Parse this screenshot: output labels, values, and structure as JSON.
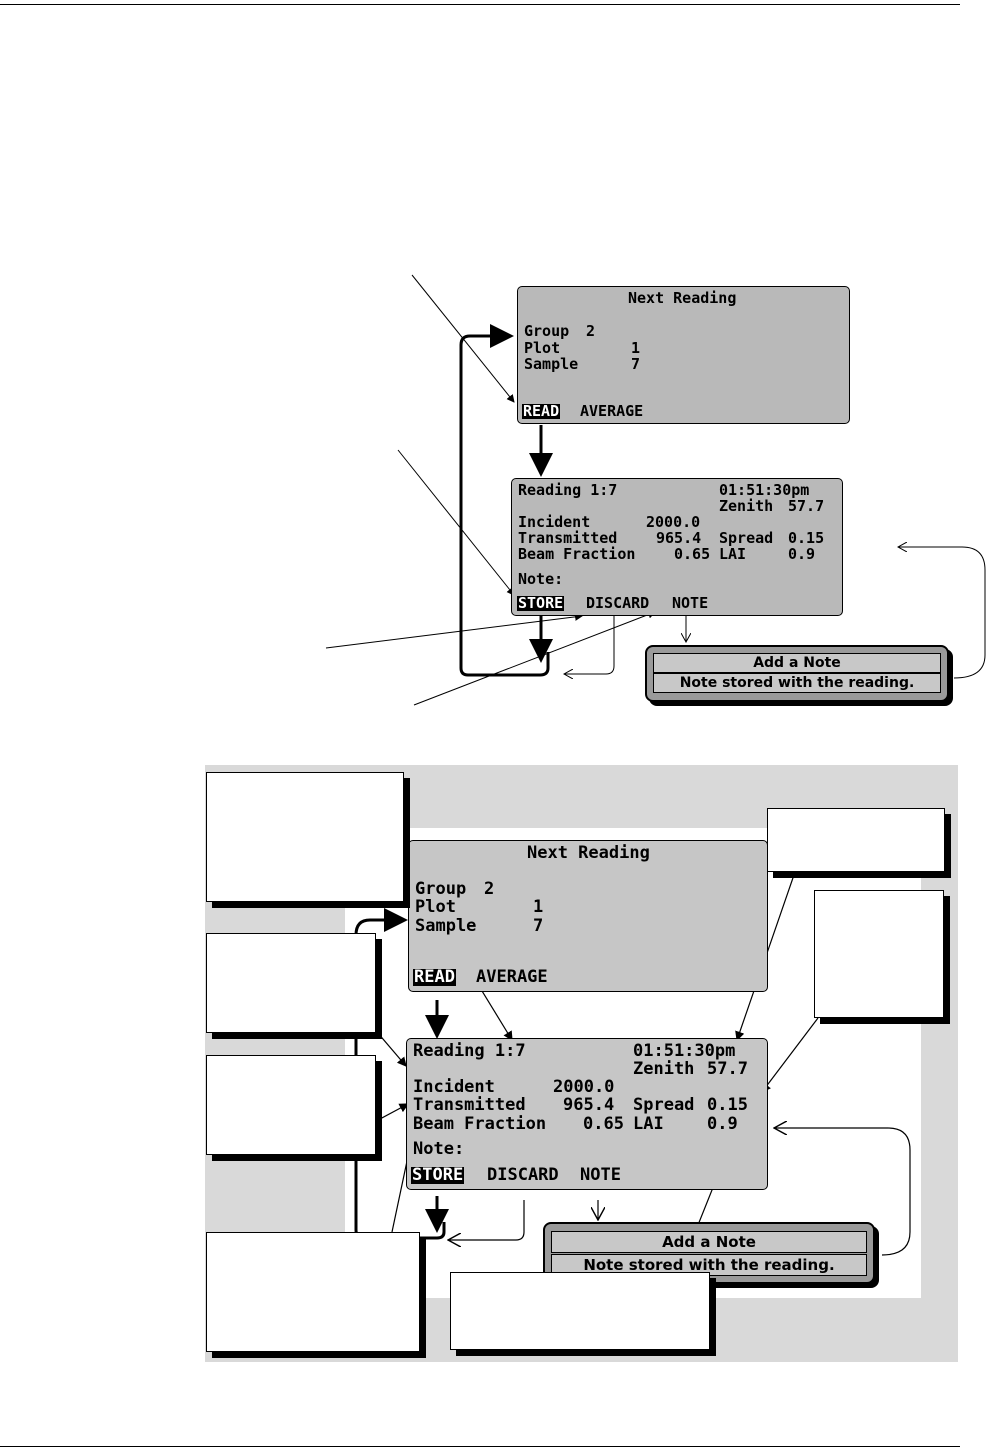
{
  "upper": {
    "next_reading": {
      "title": "Next Reading",
      "group_label": "Group",
      "group_value": "2",
      "plot_label": "Plot",
      "plot_value": "1",
      "sample_label": "Sample",
      "sample_value": "7",
      "menu": {
        "read": "READ",
        "average": "AVERAGE"
      }
    },
    "reading": {
      "title": "Reading 1:7",
      "time": "01:51:30pm",
      "zenith_label": "Zenith",
      "zenith_value": "57.7",
      "incident_label": "Incident",
      "incident_value": "2000.0",
      "transmitted_label": "Transmitted",
      "transmitted_value": "965.4",
      "spread_label": "Spread",
      "spread_value": "0.15",
      "beam_label": "Beam Fraction",
      "beam_value": "0.65",
      "lai_label": "LAI",
      "lai_value": "0.9",
      "note_label": "Note:",
      "menu": {
        "store": "STORE",
        "discard": "DISCARD",
        "note": "NOTE"
      }
    },
    "add_note": {
      "title": "Add a Note",
      "message": "Note stored with the reading."
    }
  },
  "lower": {
    "next_reading": {
      "title": "Next Reading",
      "group_label": "Group",
      "group_value": "2",
      "plot_label": "Plot",
      "plot_value": "1",
      "sample_label": "Sample",
      "sample_value": "7",
      "menu": {
        "read": "READ",
        "average": "AVERAGE"
      }
    },
    "reading": {
      "title": "Reading 1:7",
      "time": "01:51:30pm",
      "zenith_label": "Zenith",
      "zenith_value": "57.7",
      "incident_label": "Incident",
      "incident_value": "2000.0",
      "transmitted_label": "Transmitted",
      "transmitted_value": "965.4",
      "spread_label": "Spread",
      "spread_value": "0.15",
      "beam_label": "Beam Fraction",
      "beam_value": "0.65",
      "lai_label": "LAI",
      "lai_value": "0.9",
      "note_label": "Note:",
      "menu": {
        "store": "STORE",
        "discard": "DISCARD",
        "note": "NOTE"
      }
    },
    "add_note": {
      "title": "Add a Note",
      "message": "Note stored with the reading."
    }
  },
  "colors": {
    "lcd": "#b9b9b9",
    "panel": "#d9d9d9",
    "dialog": "#9a9a9a"
  }
}
